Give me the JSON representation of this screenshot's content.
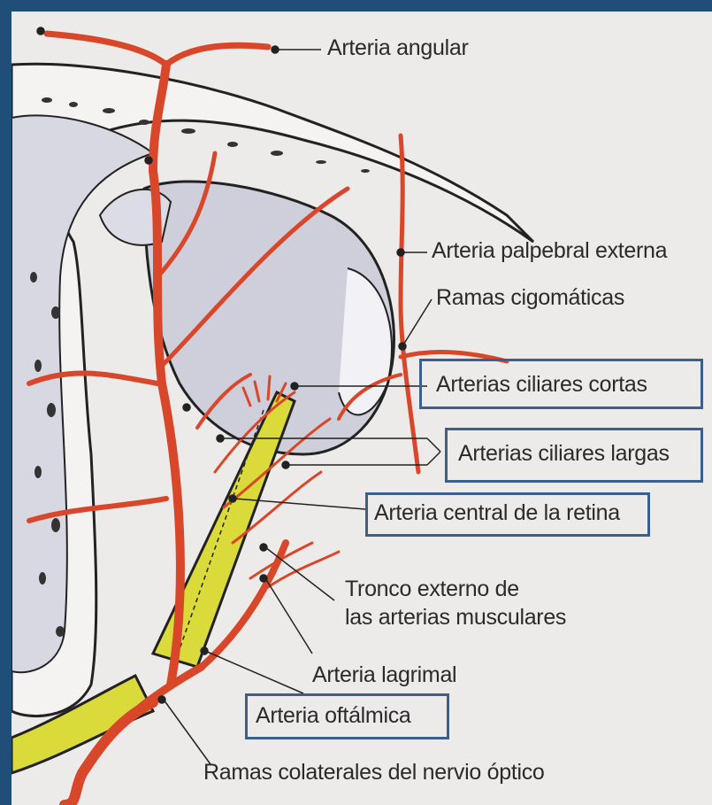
{
  "labels": {
    "angular": "Arteria angular",
    "palpebral_externa": "Arteria palpebral externa",
    "cigomaticas": "Ramas cigomáticas",
    "ciliares_cortas": "Arterias ciliares cortas",
    "ciliares_largas": "Arterias ciliares largas",
    "central_retina": "Arteria central de la retina",
    "tronco_externo_line1": "Tronco externo de",
    "tronco_externo_line2": "las arterias musculares",
    "lagrimal": "Arteria lagrimal",
    "oftalmica": "Arteria oftálmica",
    "ramas_colaterales": "Ramas colaterales del nervio óptico"
  },
  "colors": {
    "frame": "#1f4e79",
    "background": "#ecebe9",
    "artery": "#d9472b",
    "nerve": "#d9d93a",
    "bone_outline": "#222222",
    "globe": "#c9c9d6",
    "highlight_box": "#3a5f8f"
  }
}
